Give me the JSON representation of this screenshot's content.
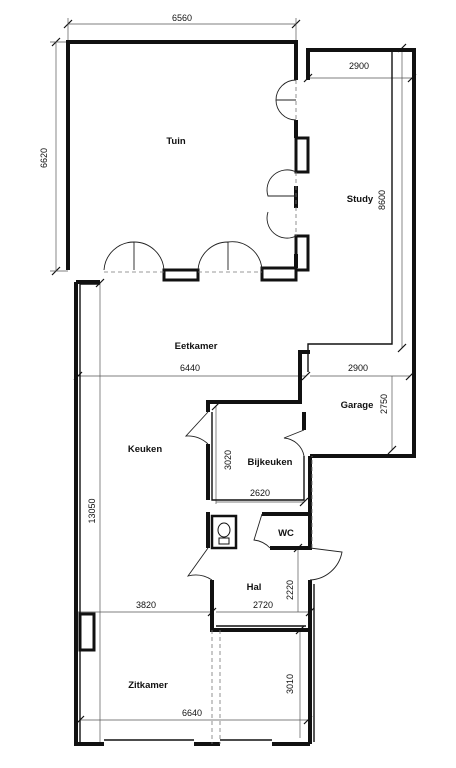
{
  "rooms": {
    "tuin": "Tuin",
    "study": "Study",
    "eetkamer": "Eetkamer",
    "garage": "Garage",
    "keuken": "Keuken",
    "bijkeuken": "Bijkeuken",
    "wc": "WC",
    "hal": "Hal",
    "zitkamer": "Zitkamer"
  },
  "dimensions": {
    "tuin_width": "6560",
    "tuin_depth": "6620",
    "study_width": "2900",
    "study_depth": "8600",
    "eetkamer_width": "6440",
    "garage_width": "2900",
    "garage_depth": "2750",
    "bijkeuken_depth": "3020",
    "bijkeuken_width": "2620",
    "total_depth": "13050",
    "keuken_width": "3820",
    "hal_width": "2720",
    "hal_depth": "2220",
    "zitkamer_depth": "3010",
    "zitkamer_width": "6640"
  }
}
